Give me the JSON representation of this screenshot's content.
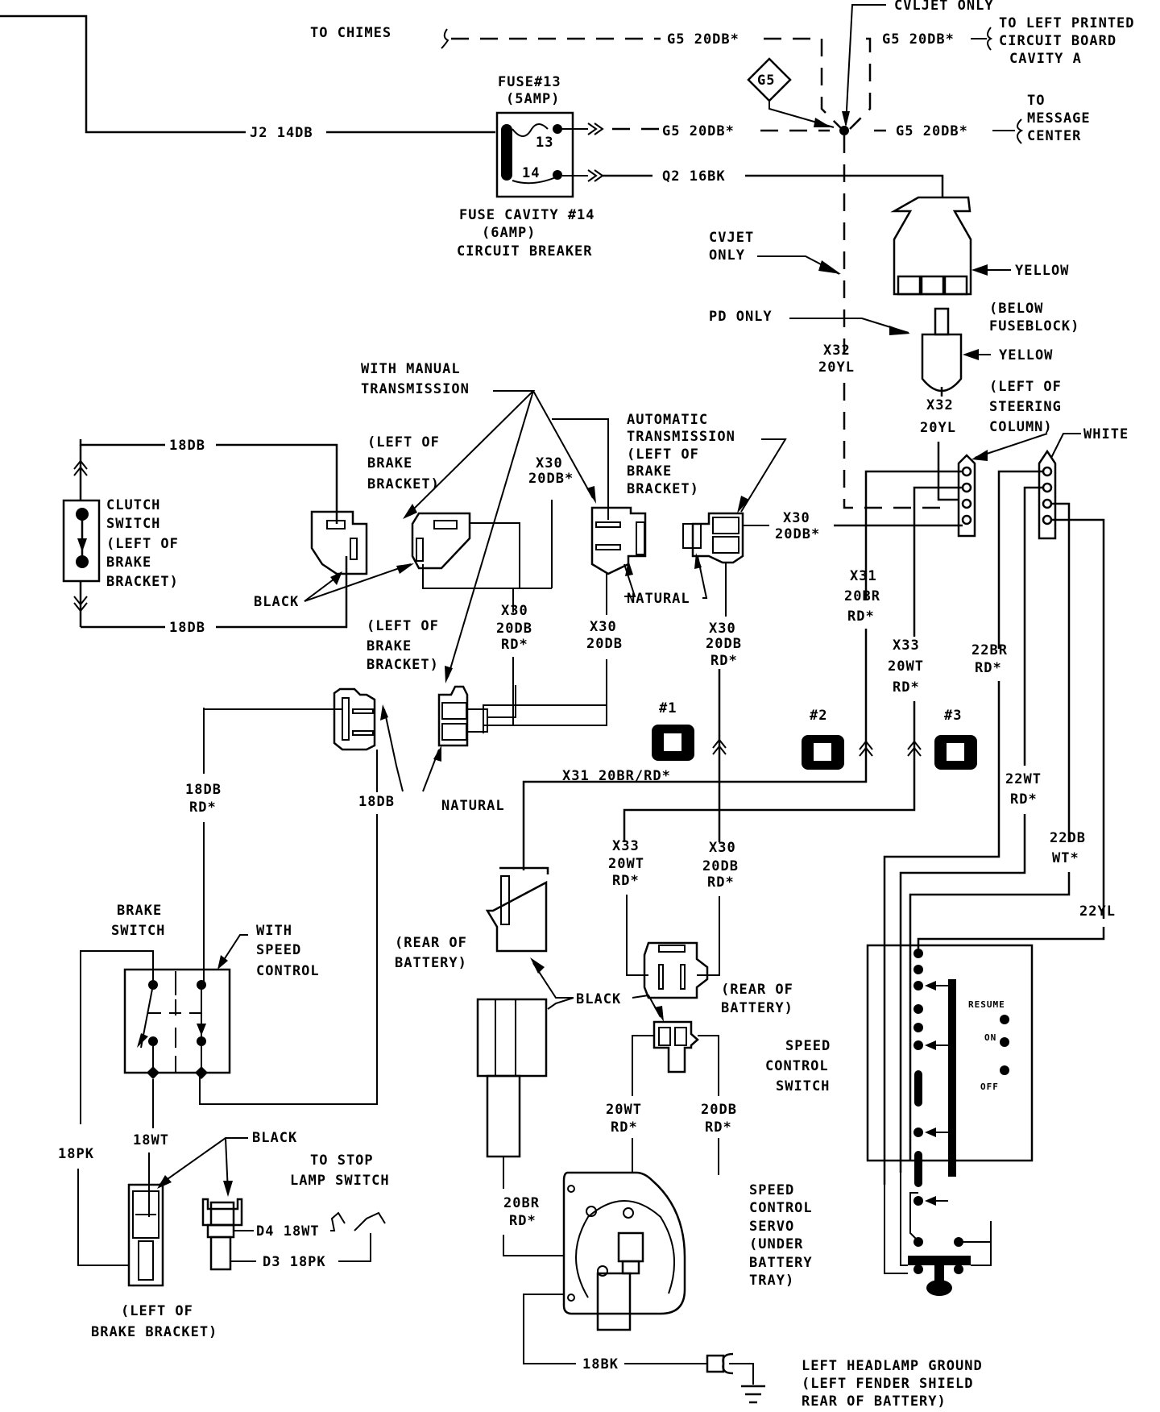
{
  "diagram": {
    "title": "Speed Control Wiring Diagram",
    "labels": {
      "to_chimes": "TO CHIMES",
      "cvljet_only": "CVLJET ONLY",
      "g5_top_left": "G5 20DB*",
      "g5_top_right": "G5 20DB*",
      "to_left_pcb_1": "TO LEFT PRINTED",
      "to_left_pcb_2": "CIRCUIT BOARD",
      "to_left_pcb_3": "CAVITY A",
      "g5_diamond": "G5",
      "j2": "J2 14DB",
      "fuse13_1": "FUSE#13",
      "fuse13_2": "(5AMP)",
      "fuse_13": "13",
      "fuse_14": "14",
      "fuse_cav_1": "FUSE CAVITY #14",
      "fuse_cav_2": "(6AMP)",
      "fuse_cav_3": "CIRCUIT BREAKER",
      "g5_mid_left": "G5 20DB*",
      "g5_mid_right": "G5 20DB*",
      "to_msg_1": "TO",
      "to_msg_2": "MESSAGE",
      "to_msg_3": "CENTER",
      "q2": "Q2 16BK",
      "cvjet_1": "CVJET",
      "cvjet_2": "ONLY",
      "yellow_1": "YELLOW",
      "below_fb_1": "(BELOW",
      "below_fb_2": "FUSEBLOCK)",
      "pd_only": "PD ONLY",
      "yellow_2": "YELLOW",
      "x32_a1": "X32",
      "x32_a2": "20YL",
      "x32_b1": "X32",
      "x32_b2": "20YL",
      "steer_1": "(LEFT OF",
      "steer_2": "STEERING",
      "steer_3": "COLUMN)",
      "white": "WHITE",
      "manual_1": "WITH MANUAL",
      "manual_2": "TRANSMISSION",
      "wire_18db_top": "18DB",
      "wire_18db_bot": "18DB",
      "clutch_1": "CLUTCH",
      "clutch_2": "SWITCH",
      "clutch_3": "(LEFT OF",
      "clutch_4": "BRAKE",
      "clutch_5": "BRACKET)",
      "lob_a1": "(LEFT OF",
      "lob_a2": "BRAKE",
      "lob_a3": "BRACKET)",
      "black_1": "BLACK",
      "x30_a1": "X30",
      "x30_a2": "20DB*",
      "auto_1": "AUTOMATIC",
      "auto_2": "TRANSMISSION",
      "auto_3": "(LEFT OF",
      "auto_4": "BRAKE",
      "auto_5": "BRACKET)",
      "x30_b1": "X30",
      "x30_b2": "20DB*",
      "natural_1": "NATURAL",
      "x30_c1": "X30",
      "x30_c2": "20DB",
      "x30_c3": "RD*",
      "x30_d1": "X30",
      "x30_d2": "20DB",
      "x30_e1": "X30",
      "x30_e2": "20DB",
      "x30_e3": "RD*",
      "x31_a1": "X31",
      "x31_a2": "20BR",
      "x31_a3": "RD*",
      "x33_a1": "X33",
      "x33_a2": "20WT",
      "x33_a3": "RD*",
      "w22br_1": "22BR",
      "w22br_2": "RD*",
      "lob_b1": "(LEFT OF",
      "lob_b2": "BRAKE",
      "lob_b3": "BRACKET)",
      "conn1": "#1",
      "conn2": "#2",
      "conn3": "#3",
      "w18db_rd_1": "18DB",
      "w18db_rd_2": "RD*",
      "w18db_mid": "18DB",
      "natural_2": "NATURAL",
      "x31_b": "X31 20BR/RD*",
      "w22wt_1": "22WT",
      "w22wt_2": "RD*",
      "w22db_1": "22DB",
      "w22db_2": "WT*",
      "w22yl": "22YL",
      "x33_b1": "X33",
      "x33_b2": "20WT",
      "x33_b3": "RD*",
      "x30_f1": "X30",
      "x30_f2": "20DB",
      "x30_f3": "RD*",
      "brake_sw_1": "BRAKE",
      "brake_sw_2": "SWITCH",
      "wsc_1": "WITH",
      "wsc_2": "SPEED",
      "wsc_3": "CONTROL",
      "rob_a1": "(REAR OF",
      "rob_a2": "BATTERY)",
      "black_2": "BLACK",
      "rob_b1": "(REAR OF",
      "rob_b2": "BATTERY)",
      "resume": "RESUME",
      "on": "ON",
      "off": "OFF",
      "scs_1": "SPEED",
      "scs_2": "CONTROL",
      "scs_3": "SWITCH",
      "w18wt": "18WT",
      "black_3": "BLACK",
      "w18pk": "18PK",
      "to_stop_1": "TO STOP",
      "to_stop_2": "LAMP SWITCH",
      "w20wt_1": "20WT",
      "w20wt_2": "RD*",
      "w20db_1": "20DB",
      "w20db_2": "RD*",
      "w20br_1": "20BR",
      "w20br_2": "RD*",
      "d4": "D4 18WT",
      "d3": "D3 18PK",
      "servo_1": "SPEED",
      "servo_2": "CONTROL",
      "servo_3": "SERVO",
      "servo_4": "(UNDER",
      "servo_5": "BATTERY",
      "servo_6": "TRAY)",
      "lob_c1": "(LEFT OF",
      "lob_c2": "BRAKE BRACKET)",
      "w18bk": "18BK",
      "ground_1": "LEFT HEADLAMP GROUND",
      "ground_2": "(LEFT FENDER SHIELD",
      "ground_3": "REAR OF BATTERY)"
    }
  }
}
